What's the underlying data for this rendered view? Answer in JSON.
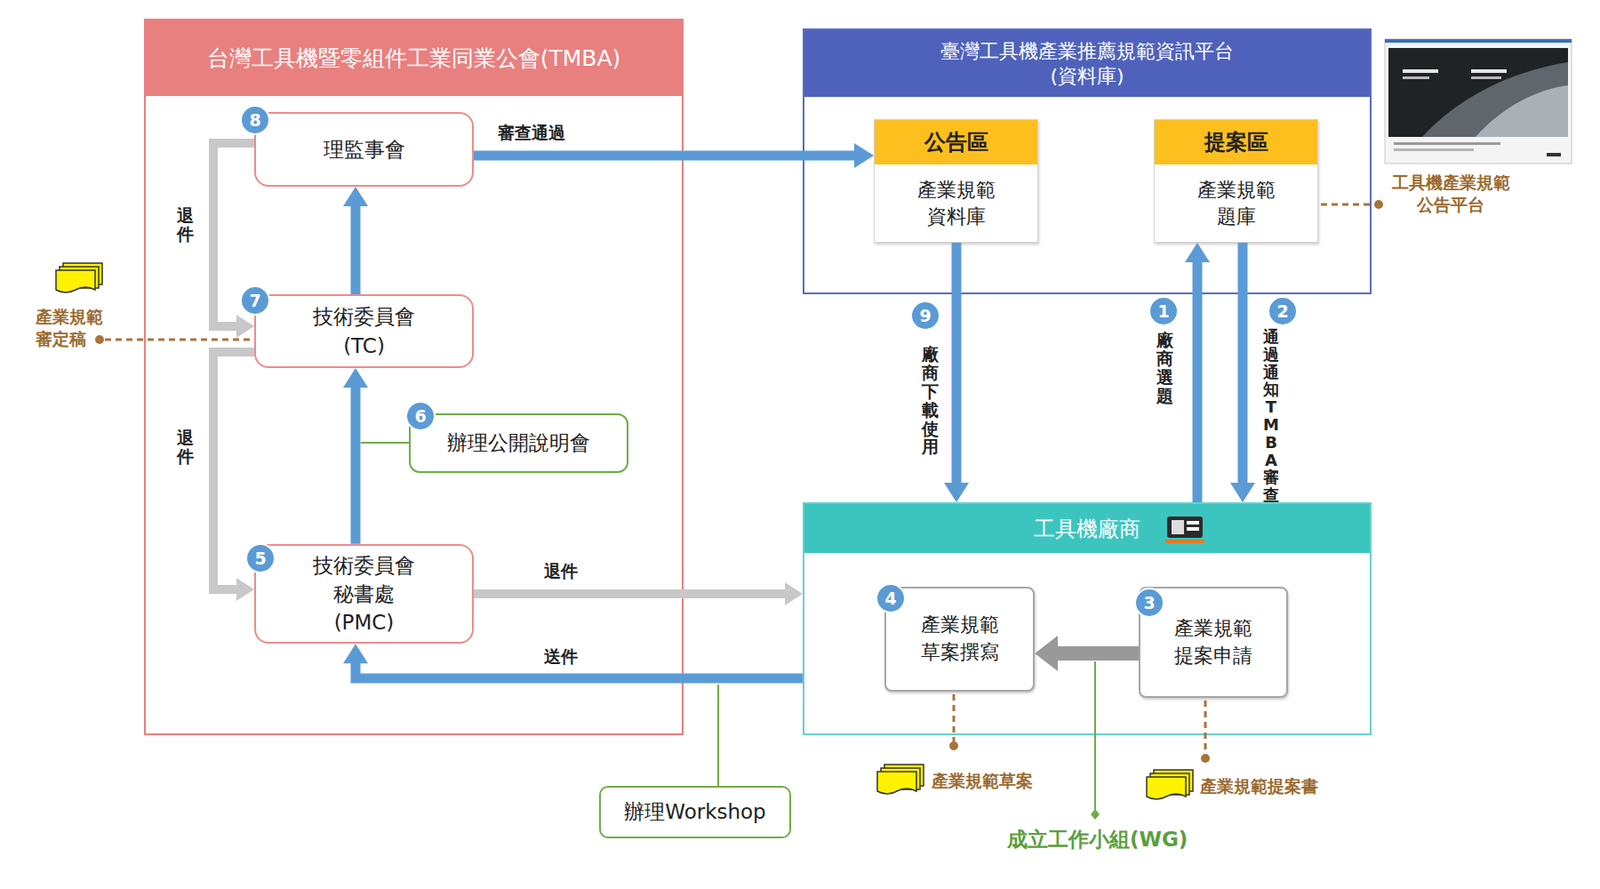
{
  "diagram": {
    "nodes": [
      {
        "text": [
          "台灣工具機暨零組件工業同業公會(TMBA)"
        ]
      },
      {
        "text": [
          "理監事會"
        ],
        "in": 0
      },
      {
        "text": [
          "技術委員會 (TC)"
        ],
        "in": 0
      },
      {
        "text": [
          "辦理公開說明會"
        ],
        "in": 0
      },
      {
        "text": [
          "技術委員會 秘書處(PMC)"
        ],
        "in": 0
      },
      {
        "text": [
          "臺灣工具機產業推薦規範資訊平台 (資料庫)"
        ]
      },
      {
        "text": [
          "公告區",
          "產業規範 資料庫"
        ],
        "in": 5
      },
      {
        "text": [
          "提案區",
          "產業規範 題庫"
        ],
        "in": 5
      },
      {
        "text": [
          "工具機廠商"
        ]
      },
      {
        "text": [
          "產業規範 草案撰寫"
        ],
        "in": 8
      },
      {
        "text": [
          "產業規範 提案申請"
        ],
        "in": 8
      },
      {
        "text": [
          "辦理Workshop"
        ]
      }
    ],
    "edges": [
      {
        "from": 1,
        "to": 6,
        "arrow": "to",
        "label": "審查通過"
      },
      {
        "from": 2,
        "to": 1,
        "arrow": "to"
      },
      {
        "from": 4,
        "to": 2,
        "arrow": "to"
      },
      {
        "from": 1,
        "to": 2,
        "arrow": "to",
        "label": "退件"
      },
      {
        "from": 2,
        "to": 4,
        "arrow": "to",
        "label": "退件"
      },
      {
        "from": 4,
        "to": 8,
        "arrow": "to",
        "label": "退件"
      },
      {
        "from": 8,
        "to": 4,
        "arrow": "to",
        "label": "送件"
      },
      {
        "from": 6,
        "to": 8,
        "arrow": "to",
        "label": "廠商下載使用"
      },
      {
        "from": 8,
        "to": 7,
        "arrow": "to",
        "label": "廠商選題"
      },
      {
        "from": 7,
        "to": 8,
        "arrow": "to",
        "label": "通過通知 TMBA審查"
      },
      {
        "from": 10,
        "to": 9,
        "arrow": "to"
      }
    ],
    "labels": [
      "8",
      "7",
      "6",
      "5",
      "9",
      "1",
      "2",
      "4",
      "3",
      "產業規範 審定稿",
      "工具機產業規範 公告平台",
      "產業規範草案",
      "產業規範提案書",
      "成立工作小組(WG)"
    ]
  }
}
